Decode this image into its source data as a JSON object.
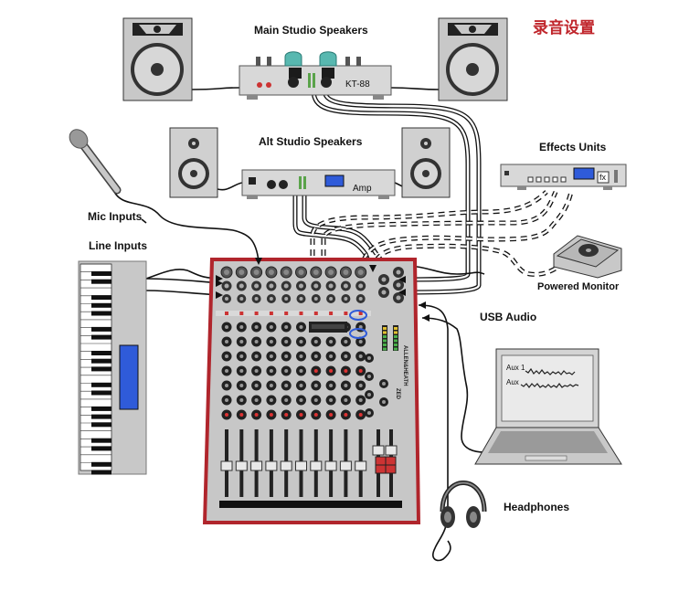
{
  "title": "录音设置",
  "labels": {
    "main_speakers": "Main Studio Speakers",
    "alt_speakers": "Alt Studio Speakers",
    "effects_units": "Effects Units",
    "mic_inputs": "Mic Inputs",
    "line_inputs": "Line Inputs",
    "usb_audio": "USB Audio",
    "powered_monitor": "Powered Monitor",
    "headphones": "Headphones"
  },
  "device_text": {
    "main_amp_model": "KT-88",
    "alt_amp_label": "Amp",
    "fx_label": "fx",
    "laptop_track_1": "Aux 1",
    "laptop_track_2": "Aux",
    "mixer_brand": "ALLEN&HEATH",
    "mixer_model": "ZED"
  },
  "colors": {
    "title": "#c0262c",
    "mixer_frame": "#b0252c",
    "screen_blue": "#2f5bd9",
    "speaker_grey": "#c8c8c8"
  }
}
